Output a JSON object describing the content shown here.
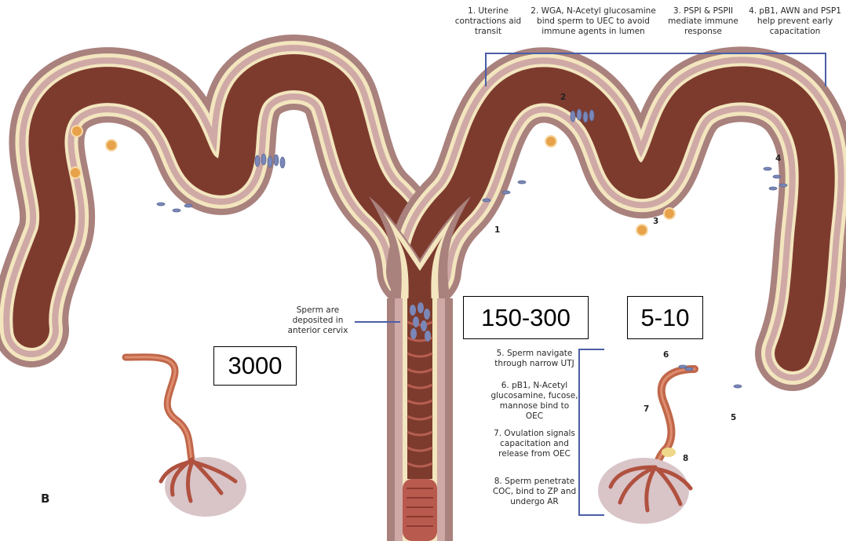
{
  "panel_letter": "B",
  "top_steps": [
    "1. Uterine contractions aid transit",
    "2. WGA, N-Acetyl glucosamine bind sperm to UEC to avoid immune agents in lumen",
    "3. PSPI & PSPII mediate immune response",
    "4. pB1, AWN and PSP1 help prevent early capacitation"
  ],
  "deposit_label": "Sperm are deposited in anterior cervix",
  "counts": {
    "cervix": "3000",
    "uterine_body": "150-300",
    "oviduct": "5-10"
  },
  "lower_steps": [
    "5. Sperm navigate through narrow UTJ",
    "6. pB1, N-Acetyl glucosamine, fucose, mannose bind to OEC",
    "7. Ovulation signals capacitation and release from OEC",
    "8. Sperm penetrate COC, bind to ZP and undergo AR"
  ],
  "markers": {
    "m1": "1",
    "m2": "2",
    "m3": "3",
    "m4": "4",
    "m5": "5",
    "m6": "6",
    "m7": "7",
    "m8": "8"
  },
  "colors": {
    "outer_wall": "#a9817d",
    "cream_layer": "#f3e6bf",
    "mid_layer": "#cfa9a6",
    "lumen": "#7d3b2e",
    "oviduct": "#c0674a",
    "ovary": "#d9c4c8",
    "bracket": "#4a5fa8"
  }
}
